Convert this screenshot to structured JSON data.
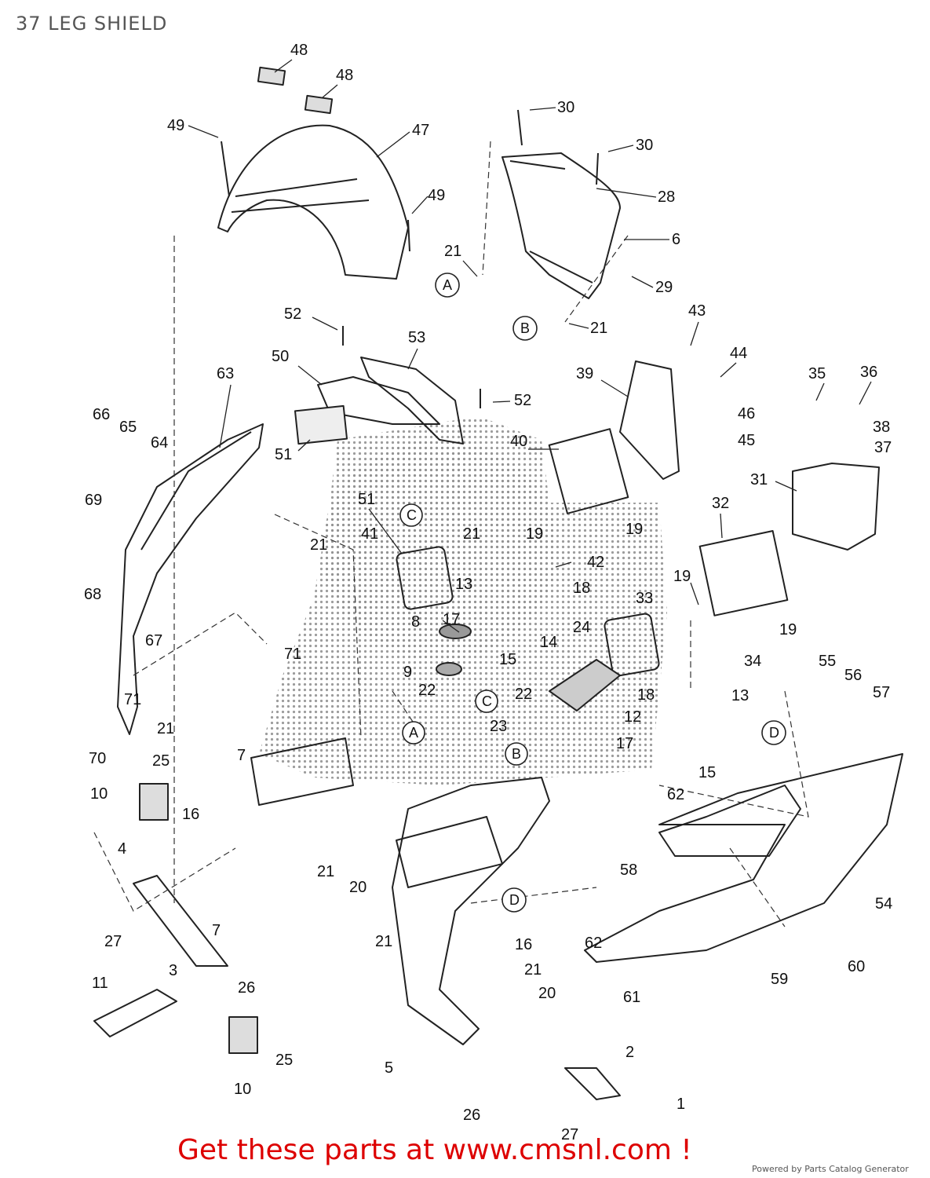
{
  "page": {
    "title": "37 LEG SHIELD",
    "cta_text": "Get these parts at www.cmsnl.com !",
    "powered_by": "Powered by Parts Catalog Generator"
  },
  "colors": {
    "cta": "#dd0000",
    "title": "#555555",
    "line": "#222222",
    "dot": "#8a8a8a"
  },
  "diagram": {
    "callouts": [
      {
        "id": "c48a",
        "label": "48"
      },
      {
        "id": "c48b",
        "label": "48"
      },
      {
        "id": "c49a",
        "label": "49"
      },
      {
        "id": "c47",
        "label": "47"
      },
      {
        "id": "c49b",
        "label": "49"
      },
      {
        "id": "c30a",
        "label": "30"
      },
      {
        "id": "c30b",
        "label": "30"
      },
      {
        "id": "c28",
        "label": "28"
      },
      {
        "id": "c6",
        "label": "6"
      },
      {
        "id": "c21a",
        "label": "21"
      },
      {
        "id": "c29",
        "label": "29"
      },
      {
        "id": "c21b",
        "label": "21"
      },
      {
        "id": "c52a",
        "label": "52"
      },
      {
        "id": "c53",
        "label": "53"
      },
      {
        "id": "c43",
        "label": "43"
      },
      {
        "id": "c44",
        "label": "44"
      },
      {
        "id": "c50",
        "label": "50"
      },
      {
        "id": "c63",
        "label": "63"
      },
      {
        "id": "c39",
        "label": "39"
      },
      {
        "id": "c35",
        "label": "35"
      },
      {
        "id": "c36",
        "label": "36"
      },
      {
        "id": "c46",
        "label": "46"
      },
      {
        "id": "c52b",
        "label": "52"
      },
      {
        "id": "c38",
        "label": "38"
      },
      {
        "id": "c66",
        "label": "66"
      },
      {
        "id": "c65",
        "label": "65"
      },
      {
        "id": "c45",
        "label": "45"
      },
      {
        "id": "c64",
        "label": "64"
      },
      {
        "id": "c37",
        "label": "37"
      },
      {
        "id": "c51a",
        "label": "51"
      },
      {
        "id": "c40",
        "label": "40"
      },
      {
        "id": "c31",
        "label": "31"
      },
      {
        "id": "c51b",
        "label": "51"
      },
      {
        "id": "c32",
        "label": "32"
      },
      {
        "id": "c69",
        "label": "69"
      },
      {
        "id": "c21c",
        "label": "21"
      },
      {
        "id": "c19a",
        "label": "19"
      },
      {
        "id": "c19b",
        "label": "19"
      },
      {
        "id": "c21d",
        "label": "21"
      },
      {
        "id": "c41",
        "label": "41"
      },
      {
        "id": "c42",
        "label": "42"
      },
      {
        "id": "c13a",
        "label": "13"
      },
      {
        "id": "c18a",
        "label": "18"
      },
      {
        "id": "c68",
        "label": "68"
      },
      {
        "id": "c19c",
        "label": "19"
      },
      {
        "id": "c33",
        "label": "33"
      },
      {
        "id": "c17a",
        "label": "17"
      },
      {
        "id": "c8",
        "label": "8"
      },
      {
        "id": "c24",
        "label": "24"
      },
      {
        "id": "c67",
        "label": "67"
      },
      {
        "id": "c19d",
        "label": "19"
      },
      {
        "id": "c71a",
        "label": "71"
      },
      {
        "id": "c15a",
        "label": "15"
      },
      {
        "id": "c14",
        "label": "14"
      },
      {
        "id": "c34",
        "label": "34"
      },
      {
        "id": "c9",
        "label": "9"
      },
      {
        "id": "c55",
        "label": "55"
      },
      {
        "id": "c56",
        "label": "56"
      },
      {
        "id": "c22a",
        "label": "22"
      },
      {
        "id": "c22b",
        "label": "22"
      },
      {
        "id": "c18b",
        "label": "18"
      },
      {
        "id": "c13b",
        "label": "13"
      },
      {
        "id": "c57",
        "label": "57"
      },
      {
        "id": "c71b",
        "label": "71"
      },
      {
        "id": "c12",
        "label": "12"
      },
      {
        "id": "c21e",
        "label": "21"
      },
      {
        "id": "c23",
        "label": "23"
      },
      {
        "id": "c17b",
        "label": "17"
      },
      {
        "id": "c7a",
        "label": "7"
      },
      {
        "id": "c70",
        "label": "70"
      },
      {
        "id": "c25a",
        "label": "25"
      },
      {
        "id": "c15b",
        "label": "15"
      },
      {
        "id": "c10a",
        "label": "10"
      },
      {
        "id": "c62a",
        "label": "62"
      },
      {
        "id": "c16a",
        "label": "16"
      },
      {
        "id": "c4",
        "label": "4"
      },
      {
        "id": "c58",
        "label": "58"
      },
      {
        "id": "c21f",
        "label": "21"
      },
      {
        "id": "c20a",
        "label": "20"
      },
      {
        "id": "c54",
        "label": "54"
      },
      {
        "id": "c27a",
        "label": "27"
      },
      {
        "id": "c7b",
        "label": "7"
      },
      {
        "id": "c21g",
        "label": "21"
      },
      {
        "id": "c62b",
        "label": "62"
      },
      {
        "id": "c3",
        "label": "3"
      },
      {
        "id": "c16b",
        "label": "16"
      },
      {
        "id": "c59",
        "label": "59"
      },
      {
        "id": "c60",
        "label": "60"
      },
      {
        "id": "c21h",
        "label": "21"
      },
      {
        "id": "c26a",
        "label": "26"
      },
      {
        "id": "c11",
        "label": "11"
      },
      {
        "id": "c20b",
        "label": "20"
      },
      {
        "id": "c61",
        "label": "61"
      },
      {
        "id": "c25b",
        "label": "25"
      },
      {
        "id": "c2",
        "label": "2"
      },
      {
        "id": "c5",
        "label": "5"
      },
      {
        "id": "c10b",
        "label": "10"
      },
      {
        "id": "c1",
        "label": "1"
      },
      {
        "id": "c26b",
        "label": "26"
      },
      {
        "id": "c27b",
        "label": "27"
      }
    ],
    "reference_marks": [
      {
        "id": "mA1",
        "label": "A"
      },
      {
        "id": "mB1",
        "label": "B"
      },
      {
        "id": "mC1",
        "label": "C"
      },
      {
        "id": "mC2",
        "label": "C"
      },
      {
        "id": "mA2",
        "label": "A"
      },
      {
        "id": "mB2",
        "label": "B"
      },
      {
        "id": "mD1",
        "label": "D"
      },
      {
        "id": "mD2",
        "label": "D"
      }
    ]
  }
}
